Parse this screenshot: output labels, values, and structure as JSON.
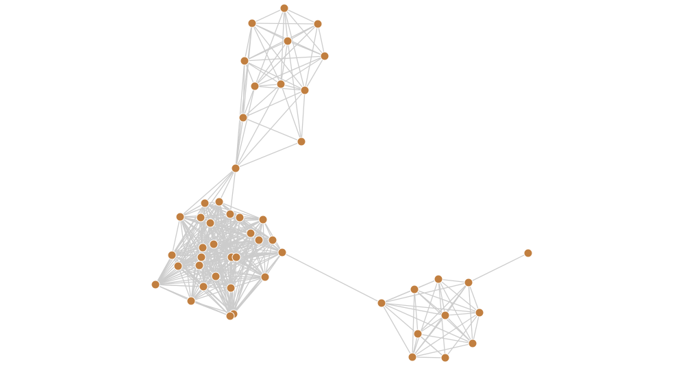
{
  "graph": {
    "edge_color": "#cccccc",
    "node_color": "#c17f40",
    "node_stroke": "#ffffff",
    "nodes": [
      {
        "id": "t1"
      },
      {
        "id": "t2"
      },
      {
        "id": "t3"
      },
      {
        "id": "t4"
      },
      {
        "id": "t5"
      },
      {
        "id": "t6"
      },
      {
        "id": "t7"
      },
      {
        "id": "t8"
      },
      {
        "id": "t9"
      },
      {
        "id": "t10"
      },
      {
        "id": "t11"
      },
      {
        "id": "t12"
      },
      {
        "id": "hub"
      },
      {
        "id": "b1"
      },
      {
        "id": "b2"
      },
      {
        "id": "b3"
      },
      {
        "id": "b4"
      },
      {
        "id": "b5"
      },
      {
        "id": "b6"
      },
      {
        "id": "b7"
      },
      {
        "id": "b8"
      },
      {
        "id": "b9"
      },
      {
        "id": "b10"
      },
      {
        "id": "b11"
      },
      {
        "id": "b12"
      },
      {
        "id": "b13"
      },
      {
        "id": "b14"
      },
      {
        "id": "b15"
      },
      {
        "id": "b16"
      },
      {
        "id": "b17"
      },
      {
        "id": "b18"
      },
      {
        "id": "b19"
      },
      {
        "id": "b20"
      },
      {
        "id": "b21"
      },
      {
        "id": "b22"
      },
      {
        "id": "b23"
      },
      {
        "id": "b24"
      },
      {
        "id": "b25"
      },
      {
        "id": "b26"
      },
      {
        "id": "b27"
      },
      {
        "id": "b28"
      },
      {
        "id": "r1"
      },
      {
        "id": "r2"
      },
      {
        "id": "r3"
      },
      {
        "id": "r4"
      },
      {
        "id": "r5"
      },
      {
        "id": "r6"
      },
      {
        "id": "r7"
      },
      {
        "id": "r8"
      },
      {
        "id": "r9"
      },
      {
        "id": "r10"
      },
      {
        "id": "r11"
      }
    ]
  }
}
